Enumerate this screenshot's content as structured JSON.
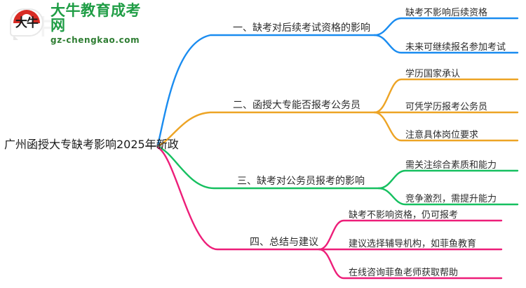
{
  "logo": {
    "mark_text": "大牛",
    "title": "大牛教育成考网",
    "subtitle": "gz-chengkao.com",
    "watermark": "大牛",
    "mark_color": "#d82b24",
    "title_color": "#1f9d45"
  },
  "mindmap": {
    "root": "广州函授大专缺考影响2025年新政",
    "branches": [
      {
        "label": "一、缺考对后续考试资格的影响",
        "color": "#1a8cf0",
        "children": [
          "缺考不影响后续资格",
          "未来可继续报名参加考试"
        ]
      },
      {
        "label": "二、函授大专能否报考公务员",
        "color": "#eda425",
        "children": [
          "学历国家承认",
          "可凭学历报考公务员",
          "注意具体岗位要求"
        ]
      },
      {
        "label": "三、缺考对公务员报考的影响",
        "color": "#16c060",
        "children": [
          "需关注综合素质和能力",
          "竞争激烈，需提升能力"
        ]
      },
      {
        "label": "四、总结与建议",
        "color": "#ed1e79",
        "children": [
          "缺考不影响资格，仍可报考",
          "建议选择辅导机构，如菲鱼教育",
          "在线咨询菲鱼老师获取帮助"
        ]
      }
    ]
  }
}
